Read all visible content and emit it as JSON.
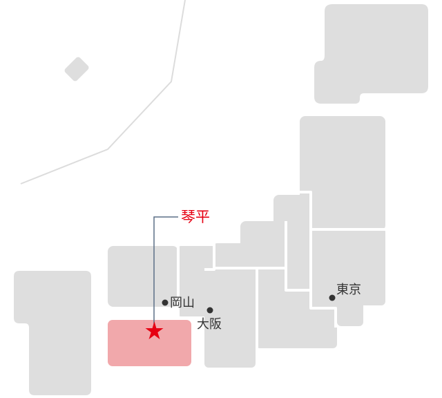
{
  "map": {
    "colors": {
      "land": "#dedede",
      "highlight_region": "#f1a8ab",
      "marker": "#e60012",
      "callout_line": "#5a6e85",
      "city_text": "#333333"
    },
    "target": {
      "label": "琴平",
      "marker_icon": "star-icon"
    },
    "cities": [
      {
        "id": "okayama",
        "label": "岡山"
      },
      {
        "id": "osaka",
        "label": "大阪"
      },
      {
        "id": "tokyo",
        "label": "東京"
      }
    ]
  }
}
